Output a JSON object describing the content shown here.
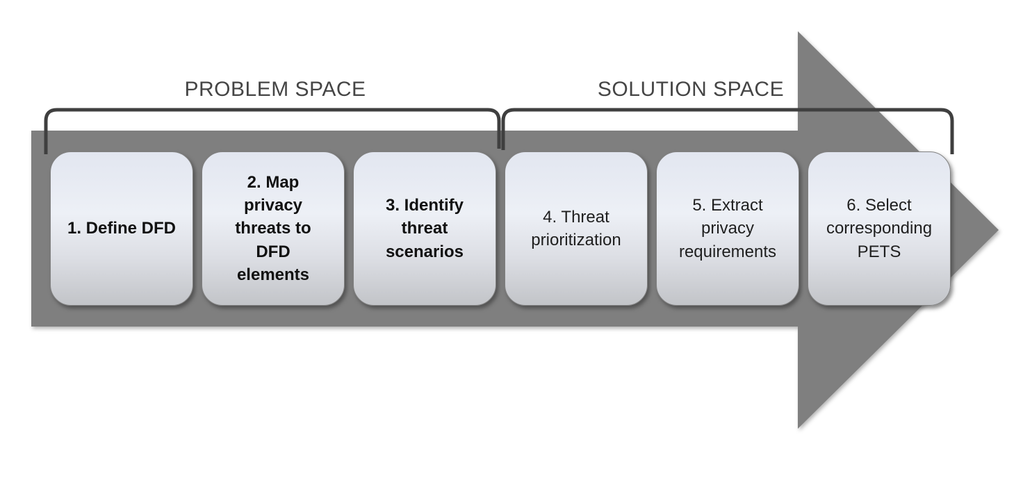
{
  "diagram": {
    "problem_space_label": "PROBLEM SPACE",
    "solution_space_label": "SOLUTION SPACE",
    "steps": [
      {
        "number": 1,
        "label": "1. Define DFD",
        "bold": true,
        "space": "problem"
      },
      {
        "number": 2,
        "label": "2. Map\nprivacy\nthreats to\nDFD\nelements",
        "bold": true,
        "space": "problem"
      },
      {
        "number": 3,
        "label": "3. Identify\nthreat\nscenarios",
        "bold": true,
        "space": "problem"
      },
      {
        "number": 4,
        "label": "4. Threat\nprioritization",
        "bold": false,
        "space": "solution"
      },
      {
        "number": 5,
        "label": "5. Extract\nprivacy\nrequirements",
        "bold": false,
        "space": "solution"
      },
      {
        "number": 6,
        "label": "6. Select\ncorresponding\nPETS",
        "bold": false,
        "space": "solution"
      }
    ],
    "colors": {
      "arrow_fill": "#7f7f7f",
      "bracket_stroke": "#3f3f3f",
      "space_label_text": "#454545",
      "box_border": "#808080",
      "box_gradient_top": "#e2e6f0",
      "box_gradient_bottom": "#c2c4c8",
      "step_text": "#1f1f1f"
    }
  }
}
